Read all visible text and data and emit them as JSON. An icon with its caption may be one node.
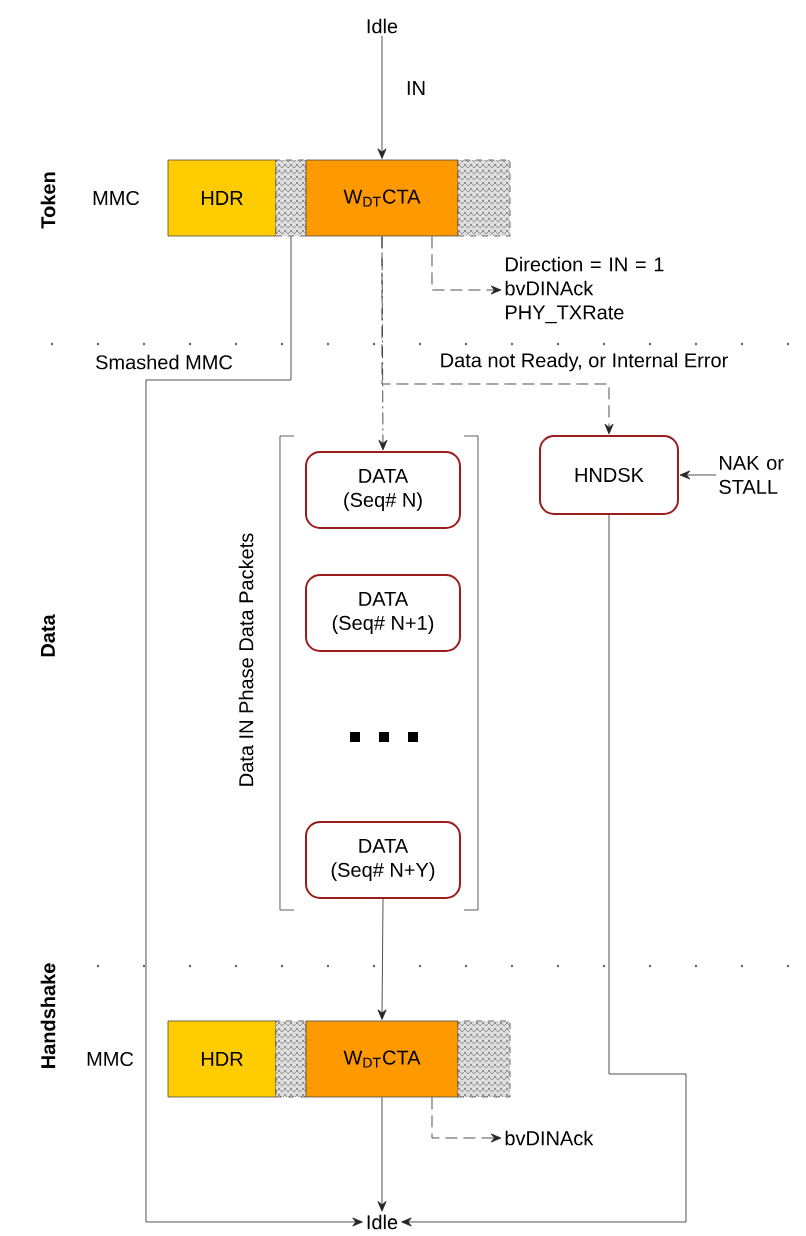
{
  "diagram": {
    "nodes": [
      {
        "text": [
          "Idle"
        ]
      },
      {
        "text": [
          "HDR"
        ]
      },
      {
        "text": [],
        "shape": "box"
      },
      {
        "text": [
          "W$_{DT}$CTA"
        ]
      },
      {
        "text": [],
        "shape": "box"
      },
      {
        "text": [
          "DATA",
          "(Seq# N)"
        ]
      },
      {
        "text": [
          "DATA",
          "(Seq# N+1)"
        ]
      },
      {
        "text": [
          "DATA",
          "(Seq# N+Y)"
        ]
      },
      {
        "text": [
          "HNDSK"
        ]
      },
      {
        "text": [
          "HDR"
        ]
      },
      {
        "text": [],
        "shape": "box"
      },
      {
        "text": [
          "W$_{DT}$CTA"
        ]
      },
      {
        "text": [],
        "shape": "box"
      },
      {
        "text": [
          "Idle"
        ]
      },
      {
        "text": [
          "Direction = IN = 1",
          "bvDINAck",
          "PHY_TXRate"
        ]
      },
      {
        "text": [
          "bvDINAck"
        ]
      },
      {
        "text": [
          "NAK or STALL"
        ]
      }
    ],
    "edges": [
      {
        "from": 0,
        "to": 3,
        "arrow": "to",
        "label": "IN"
      },
      {
        "from": 3,
        "to": 5,
        "arrow": "to",
        "style": "dashed"
      },
      {
        "from": 3,
        "to": 8,
        "arrow": "to",
        "style": "dashed",
        "label": "Data not Ready, or Internal Error"
      },
      {
        "from": 2,
        "to": 13,
        "arrow": "to",
        "label": "Smashed MMC"
      },
      {
        "from": 8,
        "to": 13,
        "arrow": "to"
      },
      {
        "from": 7,
        "to": 11,
        "arrow": "to"
      },
      {
        "from": 11,
        "to": 13,
        "arrow": "to"
      },
      {
        "from": 3,
        "to": 14,
        "arrow": "to",
        "style": "dashed"
      },
      {
        "from": 16,
        "to": 8,
        "arrow": "to"
      },
      {
        "from": 11,
        "to": 15,
        "arrow": "to",
        "style": "dashed"
      }
    ],
    "labels": [
      "Token",
      "MMC",
      "Data",
      "Data IN Phase Data Packets",
      "Handshake",
      "MMC"
    ]
  }
}
